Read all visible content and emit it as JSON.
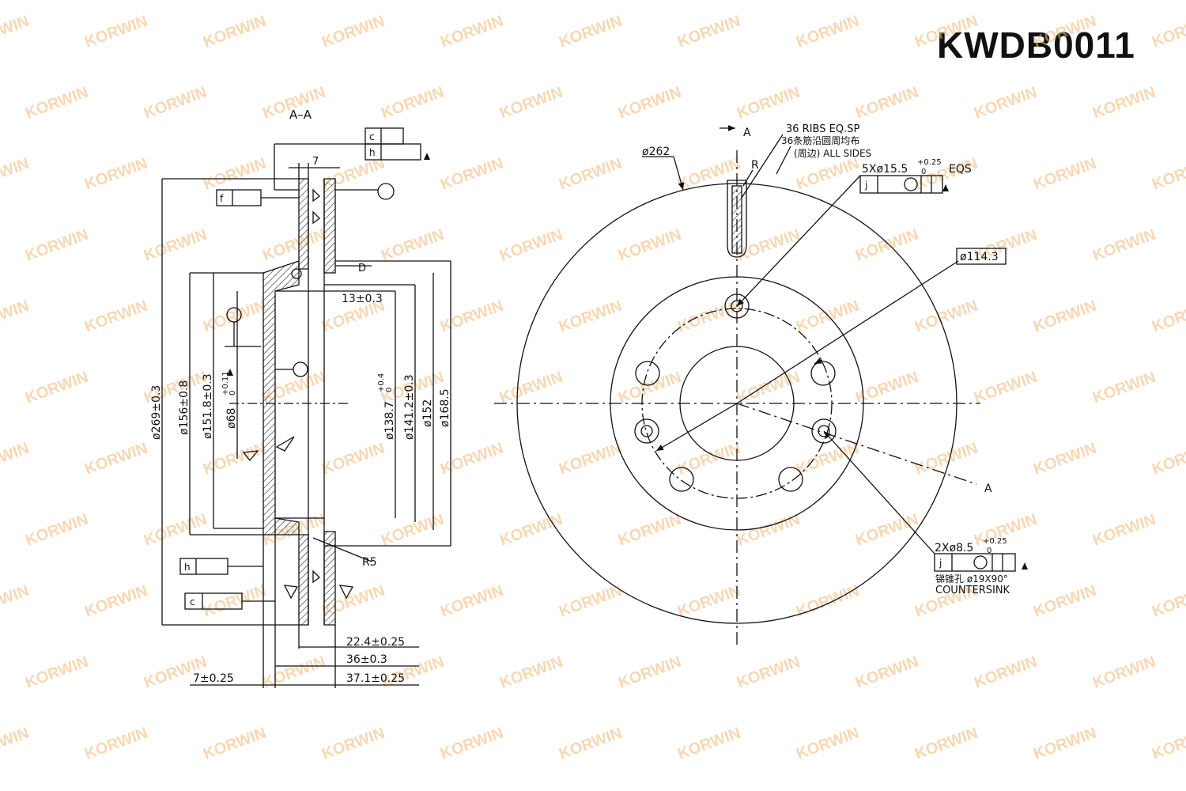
{
  "part_number": "KWDB0011",
  "watermark_text": "KORWIN",
  "section_view": {
    "title": "A–A",
    "dims": {
      "d269": "ø269±0.3",
      "d156": "ø156±0.8",
      "d151": "ø151.8±0.3",
      "d68": "ø68",
      "d68_tol_upper": "+0.11",
      "d68_tol_lower": "0",
      "d138": "ø138.7",
      "d138_tol_upper": "+0.4",
      "d138_tol_lower": "0",
      "d141": "ø141.2±0.3",
      "d152": "ø152",
      "d168": "ø168.5",
      "w7_top": "7",
      "d13": "13±0.3",
      "datum_d": "D",
      "r5": "R5",
      "t22": "22.4±0.25",
      "t36": "36±0.3",
      "t37": "37.1±0.25",
      "t7": "7±0.25"
    },
    "frames": {
      "c": "c",
      "h": "h",
      "f": "f"
    }
  },
  "front_view": {
    "section_mark": "A",
    "d262": "ø262",
    "radius": "R",
    "ribs_line1": "36  RIBS  EQ.SP",
    "ribs_line2": "36条筋沿圆周均布",
    "ribs_line3": "(周边)  ALL  SIDES",
    "holes5": "5Xø15.5",
    "holes5_tol_upper": "+0.25",
    "holes5_tol_lower": "0",
    "holes5_suffix": "EQS",
    "d114": "ø114.3",
    "holes2": "2Xø8.5",
    "holes2_tol_upper": "+0.25",
    "holes2_tol_lower": "0",
    "countersink_cn": "锑锥孔 ø19X90°",
    "countersink_en": "COUNTERSINK",
    "frame_j": "j"
  }
}
